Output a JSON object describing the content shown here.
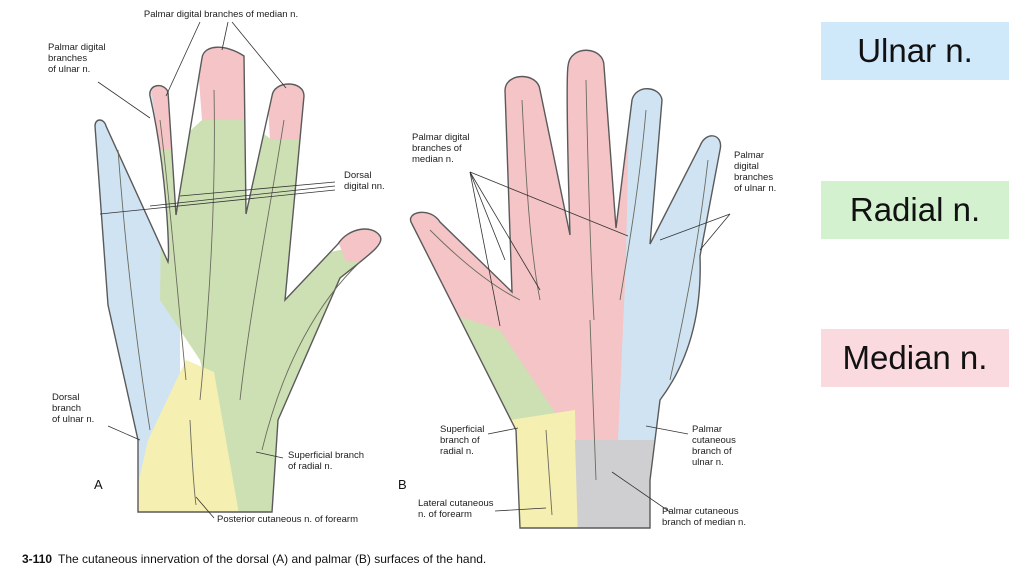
{
  "colors": {
    "ulnar": "#cfe3f3",
    "radial": "#cde0b4",
    "median": "#f4c4c6",
    "posterior_cutaneous": "#f6efb2",
    "palmar_cutaneous_median": "#cfcfd2",
    "outline": "#5a5a5a"
  },
  "legend": [
    {
      "text": "Ulnar n.",
      "color": "#cfe9fb"
    },
    {
      "text": "Radial n.",
      "color": "#d3f1cf"
    },
    {
      "text": "Median n.",
      "color": "#fadadf"
    }
  ],
  "panel_a": {
    "letter": "A",
    "labels": {
      "palmar_median": "Palmar digital branches of median n.",
      "palmar_ulnar": "Palmar digital\nbranches\nof ulnar n.",
      "dorsal_digital": "Dorsal\ndigital nn.",
      "dorsal_ulnar": "Dorsal\nbranch\nof ulnar n.",
      "superficial_radial": "Superficial branch\nof radial n.",
      "posterior_cutaneous": "Posterior cutaneous n. of forearm"
    }
  },
  "panel_b": {
    "letter": "B",
    "labels": {
      "palmar_median": "Palmar digital\nbranches of\nmedian n.",
      "palmar_ulnar": "Palmar\ndigital\nbranches\nof ulnar n.",
      "superficial_radial": "Superficial\nbranch of\nradial n.",
      "lateral_cutaneous": "Lateral cutaneous\nn. of forearm",
      "palmar_cutaneous_ulnar": "Palmar\ncutaneous\nbranch of\nulnar n.",
      "palmar_cutaneous_median": "Palmar cutaneous\nbranch of median n."
    }
  },
  "caption": {
    "number": "3-110",
    "text": "The cutaneous innervation of the dorsal (A) and palmar (B) surfaces of the hand."
  }
}
